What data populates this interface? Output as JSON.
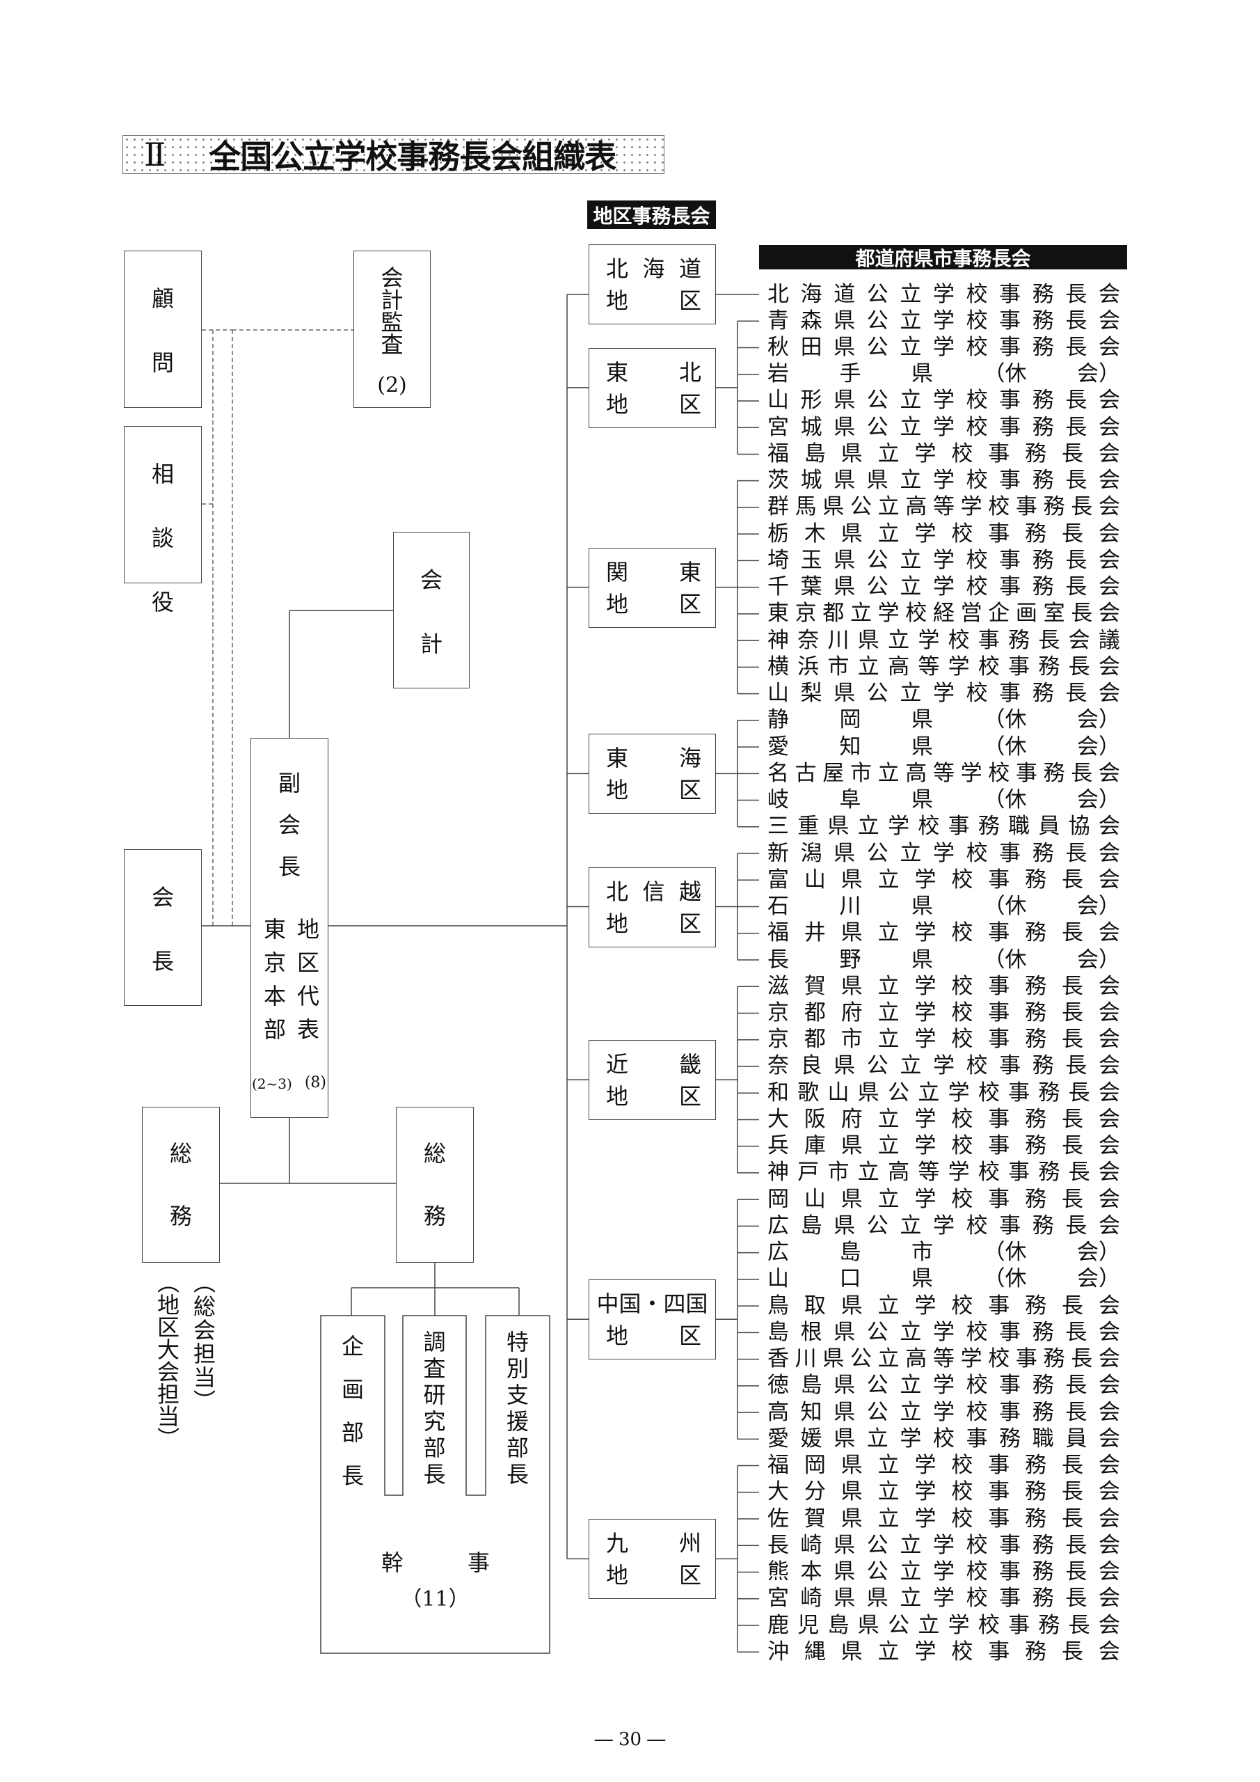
{
  "title": {
    "numeral": "Ⅱ",
    "text": "全国公立学校事務長会組織表"
  },
  "headers": {
    "district": "地区事務長会",
    "prefecture": "都道府県市事務長会"
  },
  "officers": {
    "advisor": [
      "顧",
      "問"
    ],
    "audit": [
      "会",
      "計",
      "監",
      "査"
    ],
    "audit_count": "(2)",
    "consultant": [
      "相",
      "談",
      "役"
    ],
    "treasurer": [
      "会",
      "計"
    ],
    "president": [
      "会",
      "長"
    ],
    "vice_president": [
      "副",
      "会",
      "長"
    ],
    "vp_tokyo": [
      "東",
      "京",
      "本",
      "部"
    ],
    "vp_district": [
      "地",
      "区",
      "代",
      "表"
    ],
    "vp_tokyo_count": "(2~3)",
    "vp_district_count": "(8)",
    "general_affairs_left": [
      "総",
      "務"
    ],
    "general_affairs_right": [
      "総",
      "務"
    ],
    "note_general_meeting": "（総会担当）",
    "note_district_meeting": "（地区大会担当）",
    "planning": [
      "企",
      "画",
      "部",
      "長"
    ],
    "research": [
      "調",
      "査",
      "研",
      "究",
      "部",
      "長"
    ],
    "special_support": [
      "特",
      "別",
      "支",
      "援",
      "部",
      "長"
    ],
    "secretary_left": "幹",
    "secretary_right": "事",
    "secretary_count": "（11）"
  },
  "regions": [
    {
      "line1": "北 海 道",
      "line2": "地 区",
      "prefectures": [
        "北 海 道 公 立 学 校 事 務 長 会"
      ]
    },
    {
      "line1": "東 北",
      "line2": "地 区",
      "prefectures": [
        "青 森 県 公 立 学 校 事 務 長 会",
        "秋 田 県 公 立 学 校 事 務 長 会",
        "岩 手 県 （休 会）",
        "山 形 県 公 立 学 校 事 務 長 会",
        "宮 城 県 公 立 学 校 事 務 長 会",
        "福 島 県 立 学 校 事 務 長 会"
      ]
    },
    {
      "line1": "関 東",
      "line2": "地 区",
      "prefectures": [
        "茨 城 県 県 立 学 校 事 務 長 会",
        "群 馬 県 公 立 高 等 学 校 事 務 長 会",
        "栃 木 県 立 学 校 事 務 長 会",
        "埼 玉 県 公 立 学 校 事 務 長 会",
        "千 葉 県 公 立 学 校 事 務 長 会",
        "東 京 都 立 学 校 経 営 企 画 室 長 会",
        "神 奈 川 県 立 学 校 事 務 長 会 議",
        "横 浜 市 立 高 等 学 校 事 務 長 会",
        "山 梨 県 公 立 学 校 事 務 長 会"
      ]
    },
    {
      "line1": "東 海",
      "line2": "地 区",
      "prefectures": [
        "静 岡 県 （休 会）",
        "愛 知 県 （休 会）",
        "名 古 屋 市 立 高 等 学 校 事 務 長 会",
        "岐 阜 県 （休 会）",
        "三 重 県 立 学 校 事 務 職 員 協 会"
      ]
    },
    {
      "line1": "北 信 越",
      "line2": "地 区",
      "prefectures": [
        "新 潟 県 公 立 学 校 事 務 長 会",
        "富 山 県 立 学 校 事 務 長 会",
        "石 川 県 （休 会）",
        "福 井 県 立 学 校 事 務 長 会",
        "長 野 県 （休 会）"
      ]
    },
    {
      "line1": "近 畿",
      "line2": "地 区",
      "prefectures": [
        "滋 賀 県 立 学 校 事 務 長 会",
        "京 都 府 立 学 校 事 務 長 会",
        "京 都 市 立 学 校 事 務 長 会",
        "奈 良 県 公 立 学 校 事 務 長 会",
        "和 歌 山 県 公 立 学 校 事 務 長 会",
        "大 阪 府 立 学 校 事 務 長 会",
        "兵 庫 県 立 学 校 事 務 長 会",
        "神 戸 市 立 高 等 学 校 事 務 長 会"
      ]
    },
    {
      "line1": "中国・四国",
      "line2": "地 区",
      "prefectures": [
        "岡 山 県 立 学 校 事 務 長 会",
        "広 島 県 公 立 学 校 事 務 長 会",
        "広 島 市 （休 会）",
        "山 口 県 （休 会）",
        "鳥 取 県 立 学 校 事 務 長 会",
        "島 根 県 公 立 学 校 事 務 長 会",
        "香 川 県 公 立 高 等 学 校 事 務 長 会",
        "徳 島 県 公 立 学 校 事 務 長 会",
        "高 知 県 公 立 学 校 事 務 長 会",
        "愛 媛 県 立 学 校 事 務 職 員 会"
      ]
    },
    {
      "line1": "九 州",
      "line2": "地 区",
      "prefectures": [
        "福 岡 県 立 学 校 事 務 長 会",
        "大 分 県 立 学 校 事 務 長 会",
        "佐 賀 県 立 学 校 事 務 長 会",
        "長 崎 県 公 立 学 校 事 務 長 会",
        "熊 本 県 公 立 学 校 事 務 長 会",
        "宮 崎 県 県 立 学 校 事 務 長 会",
        "鹿 児 島 県 公 立 学 校 事 務 長 会",
        "沖 縄 県 立 学 校 事 務 長 会"
      ]
    }
  ],
  "page_number": "― 30 ―"
}
